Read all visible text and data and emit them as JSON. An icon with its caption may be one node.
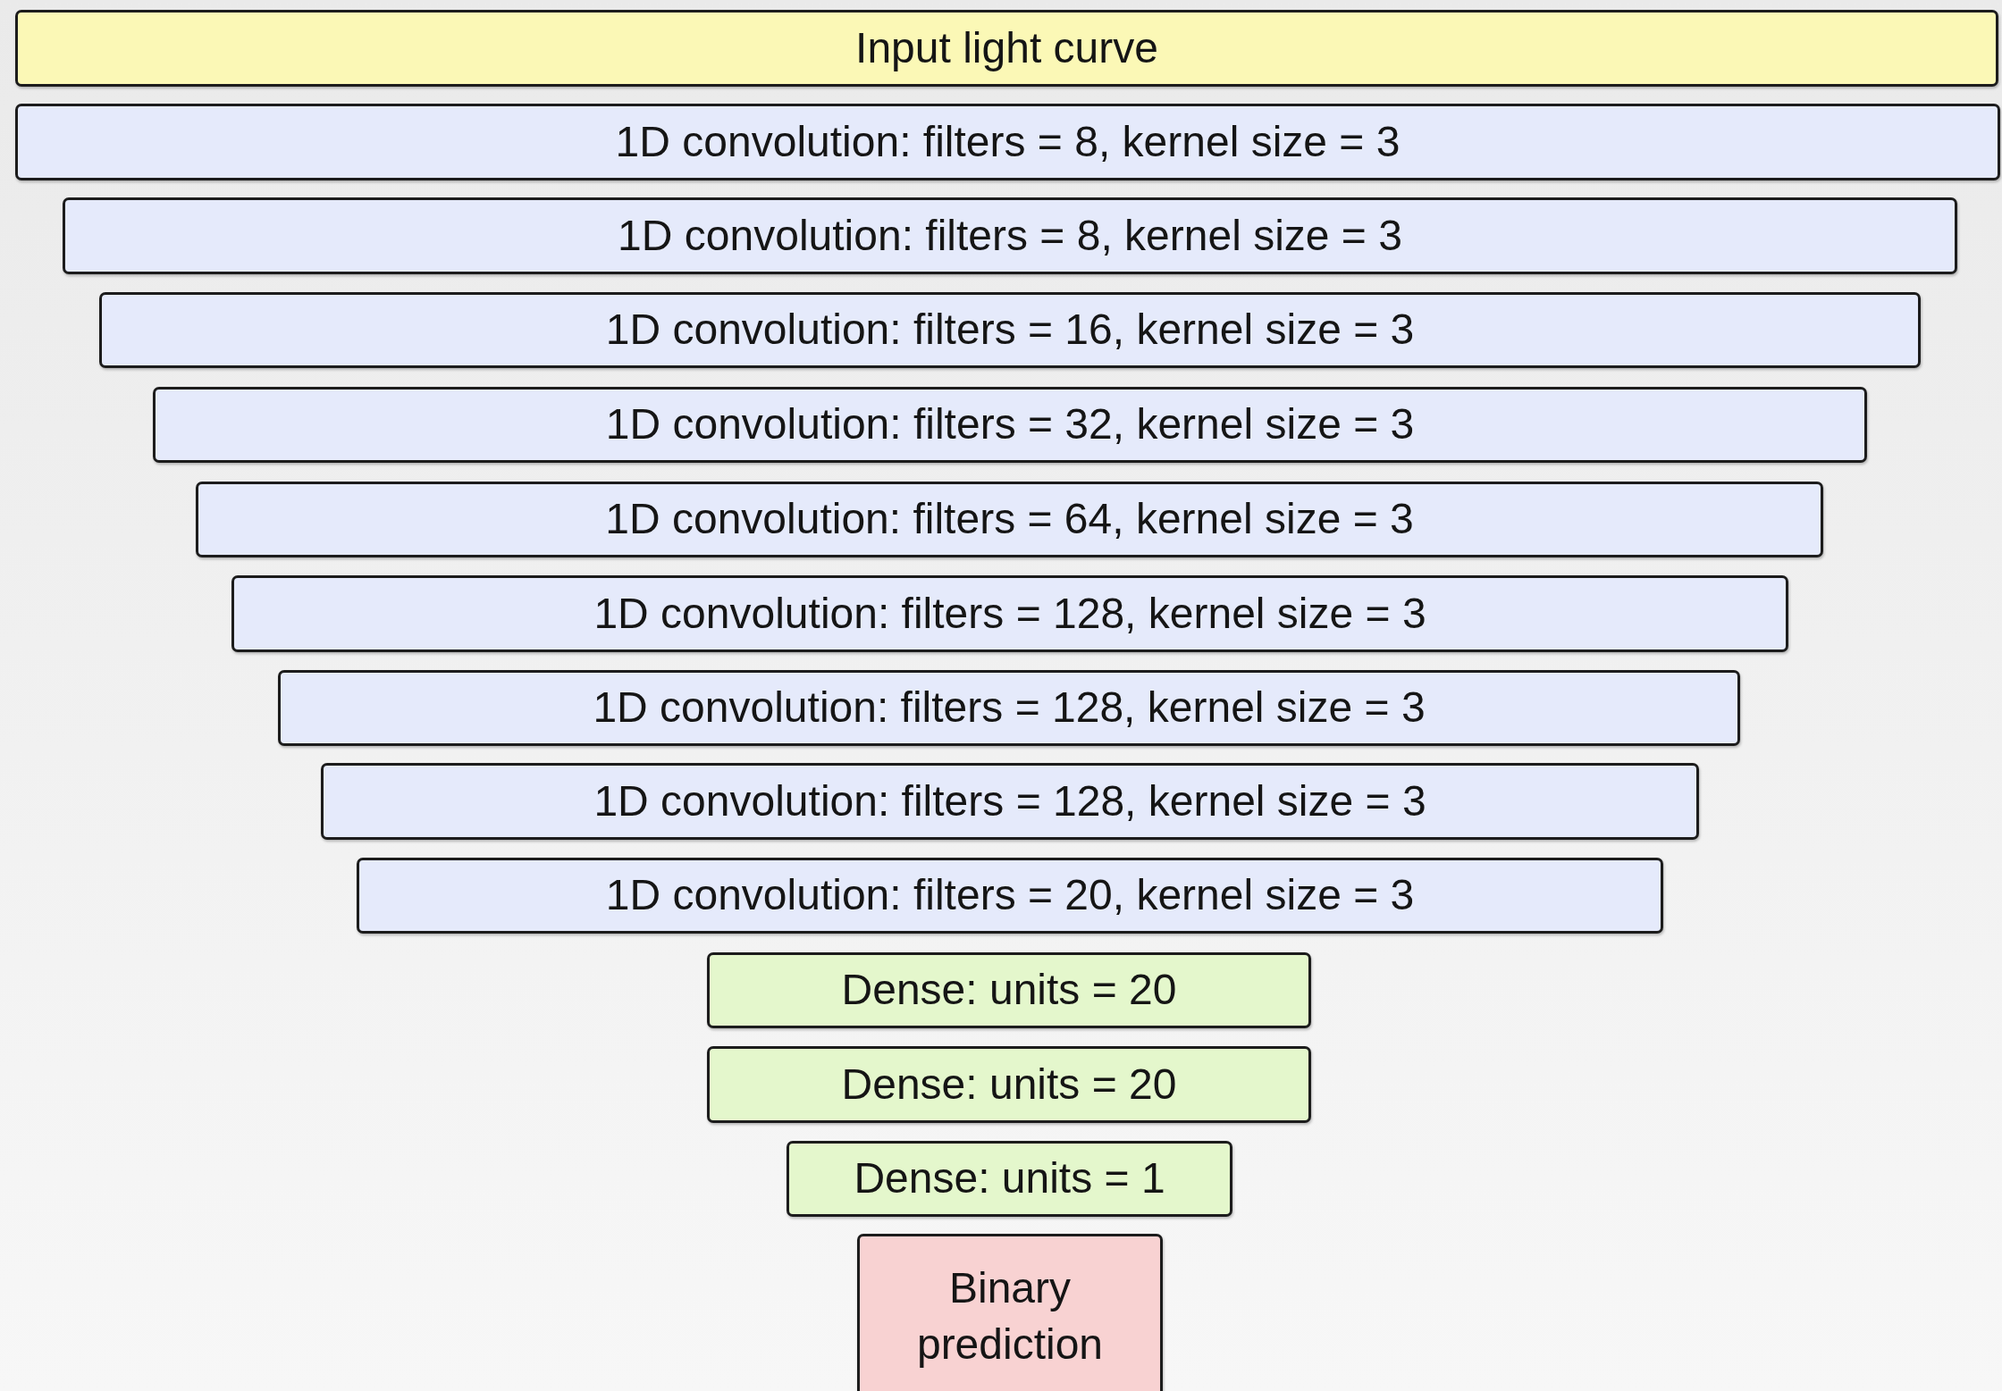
{
  "diagram": {
    "nodes": [
      {
        "text": [
          "Input light curve"
        ]
      },
      {
        "text": [
          "1D convolution: filters = 8, kernel size = 3"
        ]
      },
      {
        "text": [
          "1D convolution: filters = 8, kernel size = 3"
        ]
      },
      {
        "text": [
          "1D convolution: filters = 16, kernel size = 3"
        ]
      },
      {
        "text": [
          "1D convolution: filters = 32, kernel size = 3"
        ]
      },
      {
        "text": [
          "1D convolution: filters = 64, kernel size = 3"
        ]
      },
      {
        "text": [
          "1D convolution: filters = 128, kernel size = 3"
        ]
      },
      {
        "text": [
          "1D convolution: filters = 128, kernel size = 3"
        ]
      },
      {
        "text": [
          "1D convolution: filters = 128, kernel size = 3"
        ]
      },
      {
        "text": [
          "1D convolution: filters = 20, kernel size = 3"
        ]
      },
      {
        "text": [
          "Dense: units = 20"
        ]
      },
      {
        "text": [
          "Dense: units = 20"
        ]
      },
      {
        "text": [
          "Dense: units = 1"
        ]
      },
      {
        "text": [
          "Binary prediction"
        ]
      }
    ]
  }
}
